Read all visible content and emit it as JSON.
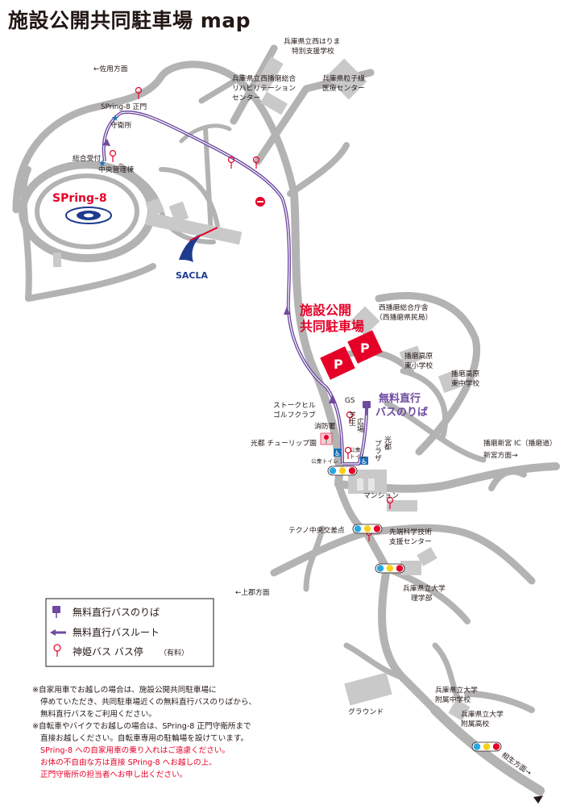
{
  "title": "施設公開共同駐車場 map",
  "labels": {
    "sayo": "←佐用方面",
    "spring8_gate": "SPring-8 正門",
    "guard": "守衛所",
    "reception": "総合受付",
    "central_admin": "中央管理棟",
    "hyogo_nishiharima": "兵庫県立西はりま",
    "tokubetsu": "特別支援学校",
    "rehab1": "兵庫県立西播磨総合",
    "rehab2": "リハビリテーション",
    "rehab3": "センター",
    "particle1": "兵庫県粒子線",
    "particle2": "医療センター",
    "spring8_logo": "SPring-8",
    "sacla_logo": "SACLA",
    "parking1": "施設公開",
    "parking2": "共同駐車場",
    "nishiharima_office1": "西播磨総合庁舎",
    "nishiharima_office2": "（西播磨県民局）",
    "harima_east_elem1": "播磨高原",
    "harima_east_elem2": "東小学校",
    "harima_east_jhs1": "播磨高原",
    "harima_east_jhs2": "東中学校",
    "gs": "GS",
    "stockhill1": "ストークヒル",
    "stockhill2": "ゴルフクラブ",
    "fire": "消防署",
    "shiba1": "芝生",
    "shiba2": "広場",
    "plaza1": "光都",
    "plaza2": "プラザ",
    "bus_stop_label1": "無料直行",
    "bus_stop_label2": "バスのりば",
    "tulip": "光都 チューリップ園",
    "toilet_left": "公衆トイレ",
    "toilet_right1": "公衆",
    "toilet_right2": "トイレ",
    "mansion": "マンション",
    "harima_ic1": "播磨新宮 IC（播磨道）",
    "harima_ic2": "新宮方面→",
    "techno": "テクノ中央交差点",
    "advanced1": "先端科学技術",
    "advanced2": "支援センター",
    "kamigori": "←上郡方面",
    "univ_sci1": "兵庫県立大学",
    "univ_sci2": "理学部",
    "ground": "グラウンド",
    "univ_jhs1": "兵庫県立大学",
    "univ_jhs2": "附属中学校",
    "univ_hs1": "兵庫県立大学",
    "univ_hs2": "附属高校",
    "aioi": "相生方面→",
    "p": "P"
  },
  "legend": {
    "bus_stop": "無料直行バスのりば",
    "bus_route": "無料直行バスルート",
    "shinki_bus": "神姫バス バス停",
    "shinki_paid": "（有料）"
  },
  "notes": {
    "n1a": "※自家用車でお越しの場合は、施設公開共同駐車場に",
    "n1b": "停めていただき、共同駐車場近くの無料直行バスのりばから、",
    "n1c": "無料直行バスをご利用ください。",
    "n2a": "※自転車やバイクでお越しの場合は、SPring-8 正門守衛所まで",
    "n2b": "直接お越しください。自転車専用の駐輪場を設けています。",
    "r1": "SPring-8 への自家用車の乗り入れはご遠慮ください。",
    "r2": "お体の不自由な方は直接 SPring-8 へお越しの上、",
    "r3": "正門守衛所の担当者へお申し出ください。"
  },
  "colors": {
    "road": "#b3b3b3",
    "building": "#c9c9c9",
    "route": "#6f4ba0",
    "accent": "#e60027"
  },
  "icons": [
    "star-icon",
    "bus-stop-sign-icon",
    "parking-icon",
    "traffic-light-icon",
    "wheelchair-icon",
    "tulip-icon",
    "no-entry-icon"
  ]
}
